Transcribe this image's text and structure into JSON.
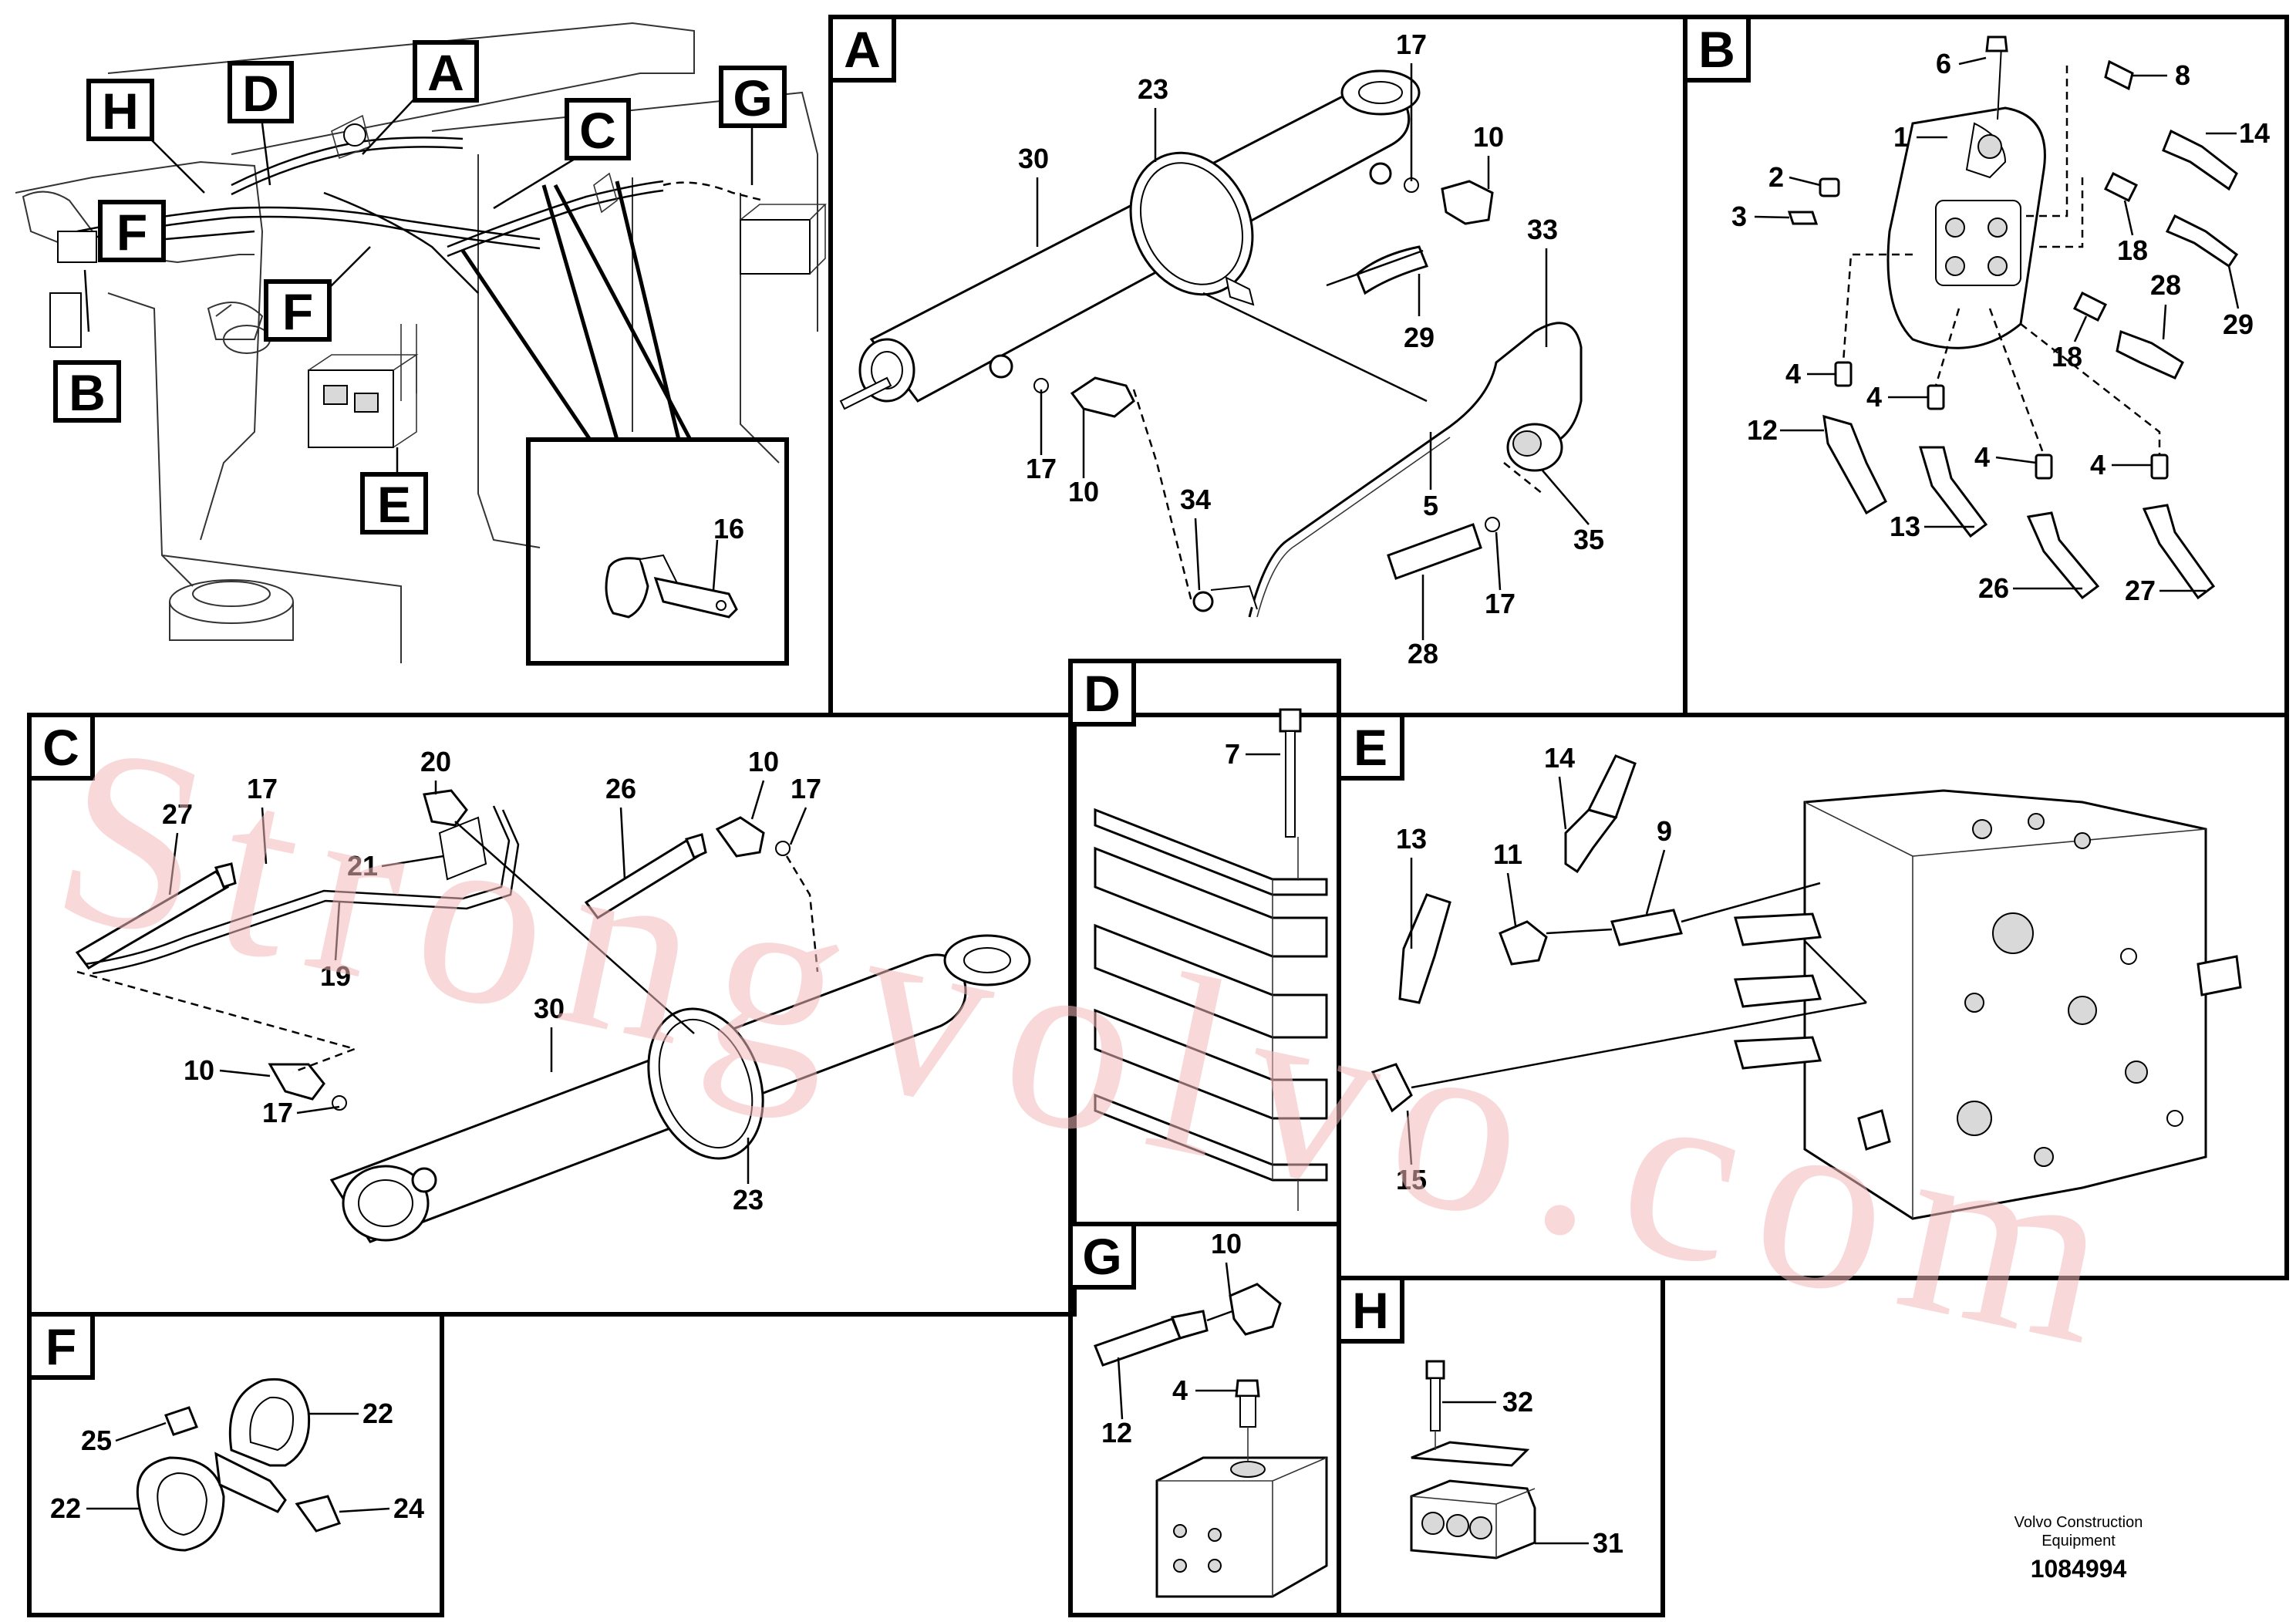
{
  "panels": {
    "A": "A",
    "B": "B",
    "C": "C",
    "D": "D",
    "E": "E",
    "F": "F",
    "G": "G",
    "H": "H"
  },
  "overview": {
    "labels": {
      "A": "A",
      "B": "B",
      "C": "C",
      "D": "D",
      "E": "E",
      "F1": "F",
      "F2": "F",
      "G": "G",
      "H": "H"
    },
    "detail_callout": "16"
  },
  "callouts": {
    "A": {
      "c30": "30",
      "c23": "23",
      "c17a": "17",
      "c10a": "10",
      "c33": "33",
      "c29": "29",
      "c17b": "17",
      "c10b": "10",
      "c34": "34",
      "c5": "5",
      "c35": "35",
      "c17c": "17",
      "c28": "28"
    },
    "B": {
      "c6": "6",
      "c8": "8",
      "c1": "1",
      "c14": "14",
      "c2": "2",
      "c3": "3",
      "c18a": "18",
      "c29": "29",
      "c28": "28",
      "c18b": "18",
      "c4a": "4",
      "c4b": "4",
      "c12": "12",
      "c4c": "4",
      "c4d": "4",
      "c13": "13",
      "c26": "26",
      "c27": "27"
    },
    "C": {
      "c20": "20",
      "c17a": "17",
      "c27": "27",
      "c26": "26",
      "c10a": "10",
      "c17b": "17",
      "c21": "21",
      "c19": "19",
      "c30": "30",
      "c10b": "10",
      "c17c": "17",
      "c23": "23"
    },
    "D": {
      "c7": "7"
    },
    "E": {
      "c14": "14",
      "c13": "13",
      "c11": "11",
      "c9": "9",
      "c15": "15"
    },
    "F": {
      "c22a": "22",
      "c25": "25",
      "c22b": "22",
      "c24": "24"
    },
    "G": {
      "c10": "10",
      "c4": "4",
      "c12": "12"
    },
    "H": {
      "c32": "32",
      "c31": "31"
    }
  },
  "watermark": "Strongvolvo.com",
  "footer": {
    "company_line1": "Volvo Construction",
    "company_line2": "Equipment",
    "drawing_number": "1084994"
  }
}
